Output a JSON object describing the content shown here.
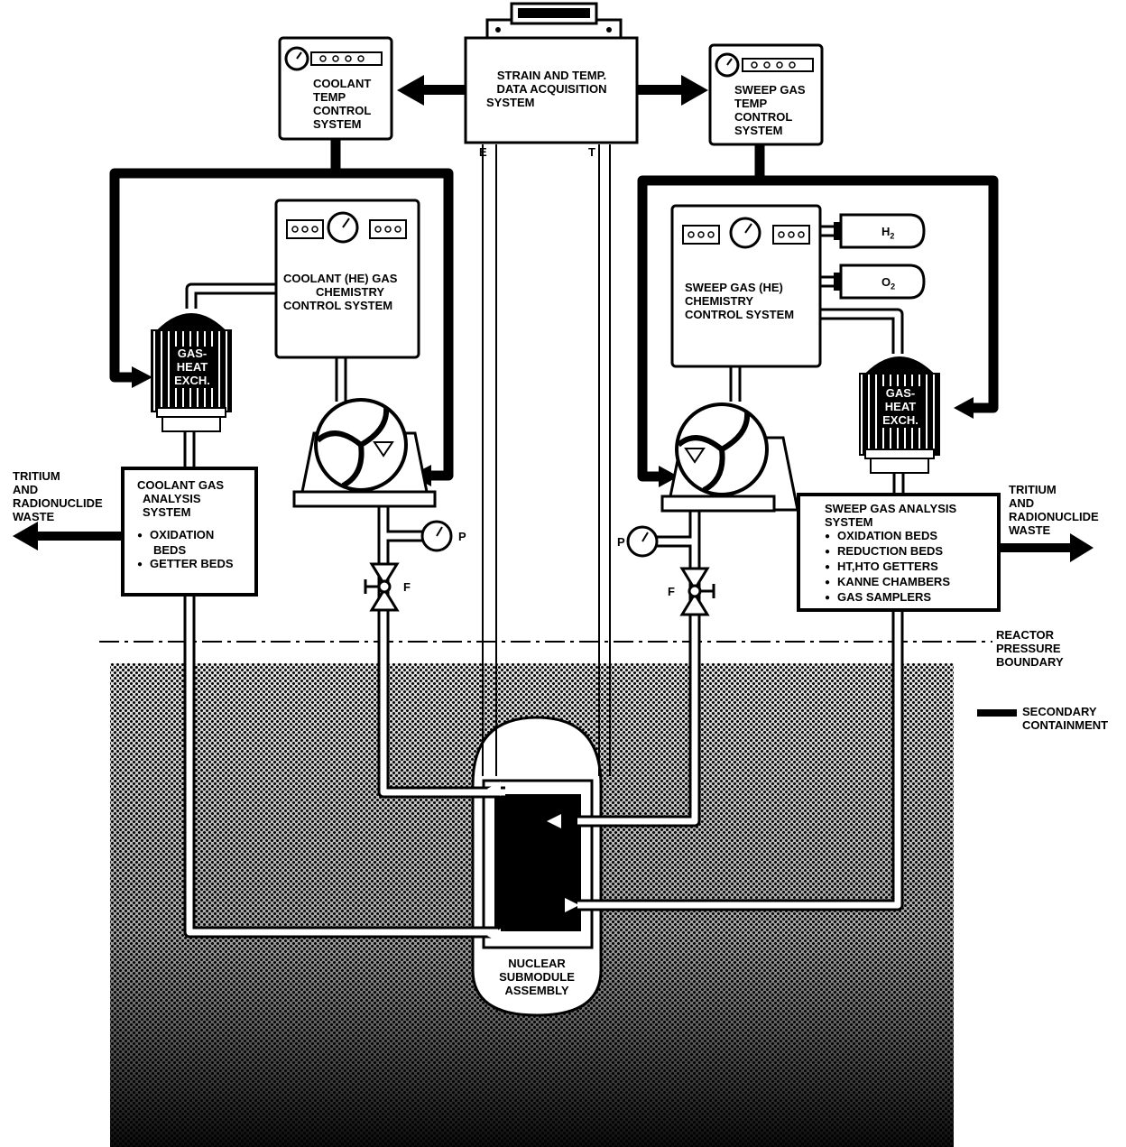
{
  "diagram": {
    "data_acquisition": {
      "line1": "STRAIN AND TEMP.",
      "line2": "DATA ACQUISITION",
      "line3": "SYSTEM",
      "lead_left": "E",
      "lead_right": "T"
    },
    "coolant_temp": {
      "line1": "COOLANT",
      "line2": "TEMP",
      "line3": "CONTROL",
      "line4": "SYSTEM"
    },
    "sweep_temp": {
      "line1": "SWEEP GAS",
      "line2": "TEMP",
      "line3": "CONTROL",
      "line4": "SYSTEM"
    },
    "coolant_chem": {
      "line1": "COOLANT (He) GAS",
      "line2": "CHEMISTRY",
      "line3": "CONTROL SYSTEM"
    },
    "sweep_chem": {
      "line1": "SWEEP GAS (He)",
      "line2": "CHEMISTRY",
      "line3": "CONTROL SYSTEM"
    },
    "cylinders": {
      "h2_base": "H",
      "h2_sub": "2",
      "o2_base": "O",
      "o2_sub": "2"
    },
    "heat_exchanger_left": {
      "line1": "GAS-",
      "line2": "HEAT",
      "line3": "EXCH."
    },
    "heat_exchanger_right": {
      "line1": "GAS-",
      "line2": "HEAT",
      "line3": "EXCH."
    },
    "coolant_analysis": {
      "line1": "COOLANT GAS",
      "line2": "ANALYSIS",
      "line3": "SYSTEM",
      "items": [
        "OXIDATION",
        "BEDS",
        "GETTER BEDS"
      ]
    },
    "sweep_analysis": {
      "line1": "SWEEP GAS ANALYSIS",
      "line2": "SYSTEM",
      "items": [
        "OXIDATION BEDS",
        "REDUCTION BEDS",
        "HT,HTO GETTERS",
        "KANNE CHAMBERS",
        "GAS SAMPLERS"
      ]
    },
    "waste_left": {
      "line1": "TRITIUM",
      "line2": "AND",
      "line3": "RADIONUCLIDE",
      "line4": "WASTE"
    },
    "waste_right": {
      "line1": "TRITIUM",
      "line2": "AND",
      "line3": "RADIONUCLIDE",
      "line4": "WASTE"
    },
    "gauge_left": "P",
    "flow_left": "F",
    "gauge_right": "P",
    "flow_right": "F",
    "boundary": {
      "line1": "REACTOR",
      "line2": "PRESSURE",
      "line3": "BOUNDARY"
    },
    "secondary": {
      "line1": "SECONDARY",
      "line2": "CONTAINMENT"
    },
    "submodule": {
      "line1": "NUCLEAR",
      "line2": "SUBMODULE",
      "line3": "ASSEMBLY"
    }
  }
}
